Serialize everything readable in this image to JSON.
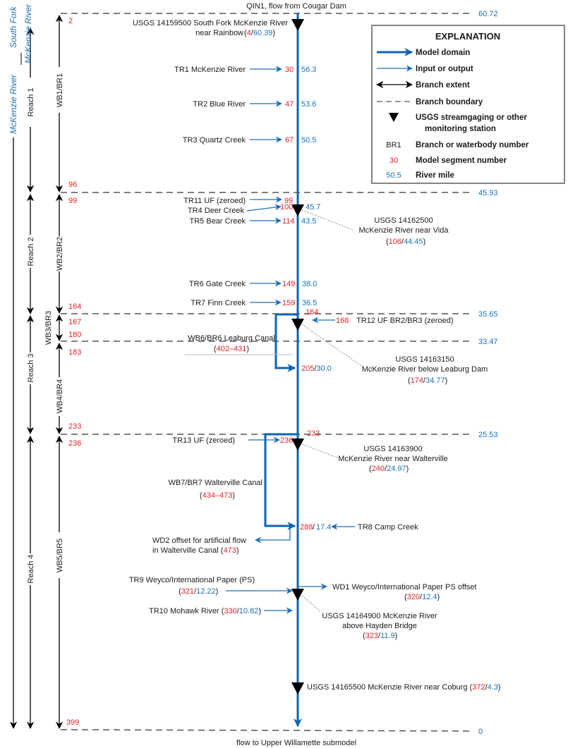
{
  "title_top": "QIN1, flow from Cougar Dam",
  "title_bottom": "flow to Upper Willamette submodel",
  "colors": {
    "segment_red": "#e8202a",
    "river_mile_blue": "#1a6fba",
    "model_domain_blue": "#0f63b0",
    "black": "#000000",
    "dash_gray": "#555555"
  },
  "left_labels": {
    "mckenzie_river": "McKenzie River",
    "south_fork_line1": "South Fork",
    "south_fork_line2": "McKenzie River",
    "reaches": [
      "Reach 1",
      "Reach 2",
      "Reach 3",
      "Reach 4"
    ],
    "branches": [
      "WB1/BR1",
      "WB2/BR2",
      "WB3/BR3",
      "WB4/BR4",
      "WB5/BR5"
    ]
  },
  "boundaries": [
    {
      "river_mile": "60.72",
      "seg_above": "",
      "seg_below": "2"
    },
    {
      "river_mile": "45.93",
      "seg_above": "96",
      "seg_below": "99"
    },
    {
      "river_mile": "35.65",
      "seg_above": "164",
      "seg_below": "167",
      "seg_main": "164"
    },
    {
      "river_mile": "33.47",
      "seg_above": "180",
      "seg_below": "183"
    },
    {
      "river_mile": "25.53",
      "seg_above": "233",
      "seg_below": "236",
      "seg_main": "233"
    },
    {
      "river_mile": "0",
      "seg_above": "399",
      "seg_below": ""
    }
  ],
  "tributaries": [
    {
      "name": "TR1 McKenzie River",
      "segment": "30",
      "river_mile": "56.3"
    },
    {
      "name": "TR2 Blue River",
      "segment": "47",
      "river_mile": "53.6"
    },
    {
      "name": "TR3 Quartz Creek",
      "segment": "67",
      "river_mile": "50.5"
    },
    {
      "name": "TR11 UF (zeroed)",
      "segment": "99",
      "river_mile": ""
    },
    {
      "name": "TR4 Deer Creek",
      "segment": "100",
      "river_mile": "45.7"
    },
    {
      "name": "TR5 Bear Creek",
      "segment": "114",
      "river_mile": "43.5"
    },
    {
      "name": "TR6 Gate Creek",
      "segment": "149",
      "river_mile": "38.0"
    },
    {
      "name": "TR7 Finn Creek",
      "segment": "159",
      "river_mile": "36.5"
    },
    {
      "name": "TR12 UF BR2/BR3 (zeroed)",
      "segment": "168",
      "river_mile": ""
    },
    {
      "name": "TR13 UF (zeroed)",
      "segment": "236",
      "river_mile": ""
    },
    {
      "name": "TR8 Camp Creek",
      "segment": "288",
      "river_mile": "17.4"
    },
    {
      "name": "TR9 Weyco/International Paper (PS)",
      "segment": "321",
      "river_mile": "12.22"
    },
    {
      "name": "TR10 Mohawk River",
      "segment": "330",
      "river_mile": "10.82"
    }
  ],
  "withdrawals": [
    {
      "name": "WD1 Weyco/International Paper PS offset",
      "segment": "320",
      "river_mile": "12.4"
    },
    {
      "name_line1": "WD2 offset for artificial flow",
      "name_line2": "in Walterville Canal",
      "segment": "473"
    }
  ],
  "canals": [
    {
      "name": "WB6/BR6 Leaburg Canal",
      "seg_range": "402–431",
      "return_segment": "205",
      "return_river_mile": "30.0"
    },
    {
      "name": "WB7/BR7 Walterville Canal",
      "seg_range": "434–473",
      "return_segment": "288",
      "return_river_mile": "17.4"
    }
  ],
  "stations": [
    {
      "line1": "USGS 14159500 South Fork McKenzie River",
      "line2": "near Rainbow",
      "segment": "4",
      "river_mile": "60.39"
    },
    {
      "line1": "USGS 14162500",
      "line2": "McKenzie River near Vida",
      "segment": "106",
      "river_mile": "44.45"
    },
    {
      "line1": "USGS 14163150",
      "line2": "McKenzie River below Leaburg Dam",
      "segment": "174",
      "river_mile": "34.77"
    },
    {
      "line1": "USGS 14163900",
      "line2": "McKenzie River near Walterville",
      "segment": "240",
      "river_mile": "24.97"
    },
    {
      "line1": "USGS 14164900 McKenzie River",
      "line2": "above Hayden Bridge",
      "segment": "323",
      "river_mile": "11.9"
    },
    {
      "line1": "USGS 14165500 McKenzie River near Coburg",
      "line2": "",
      "segment": "372",
      "river_mile": "4.3"
    }
  ],
  "legend": {
    "title": "EXPLANATION",
    "items": [
      {
        "symbol": "thick-blue-arrow",
        "label": "Model domain"
      },
      {
        "symbol": "thin-blue-arrow",
        "label": "Input or output"
      },
      {
        "symbol": "double-arrow",
        "label": "Branch extent"
      },
      {
        "symbol": "dashed-line",
        "label": "Branch boundary"
      },
      {
        "symbol": "triangle",
        "label": "USGS streamgaging or other",
        "label2": "monitoring station"
      },
      {
        "symbol": "text",
        "sample": "BR1",
        "label": "Branch or waterbody number"
      },
      {
        "symbol": "text-red",
        "sample": "30",
        "label": "Model segment number"
      },
      {
        "symbol": "text-blue",
        "sample": "50.5",
        "label": "River mile"
      }
    ]
  }
}
